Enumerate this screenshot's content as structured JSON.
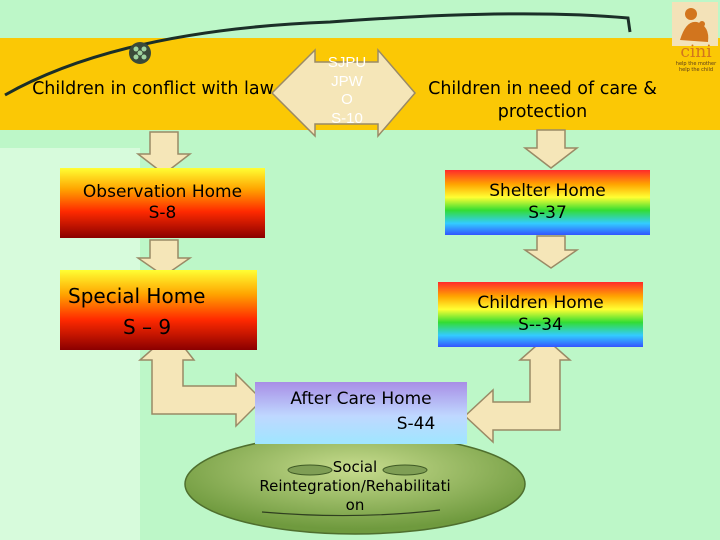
{
  "colors": {
    "background": "#bdf7c8",
    "band": "#fbc805",
    "arrow_fill": "#f5e6b8",
    "arrow_stroke": "#9a8a66",
    "logo_accent": "#d2751e"
  },
  "header": {
    "left_label": "Children in conflict with law",
    "right_label": "Children in need of care & protection",
    "center_lines": [
      "SJPU",
      "JPW",
      "O",
      "S-10"
    ]
  },
  "boxes": {
    "observation_home": [
      "Observation Home",
      "S-8"
    ],
    "special_home": [
      "Special Home",
      "S – 9"
    ],
    "shelter_home": [
      "Shelter Home",
      "S-37"
    ],
    "children_home": [
      "Children Home",
      "S--34"
    ],
    "after_care_home": [
      "After Care Home",
      "S-44"
    ]
  },
  "rehab": {
    "lines": [
      "Social",
      "Reintegration/Rehabilitati",
      "on"
    ]
  },
  "logo": {
    "name": "cini",
    "tagline": [
      "help the mother",
      "help the child"
    ]
  },
  "icons": {
    "bullet": "globe-bullet-icon",
    "logo": "cini-logo-icon"
  }
}
